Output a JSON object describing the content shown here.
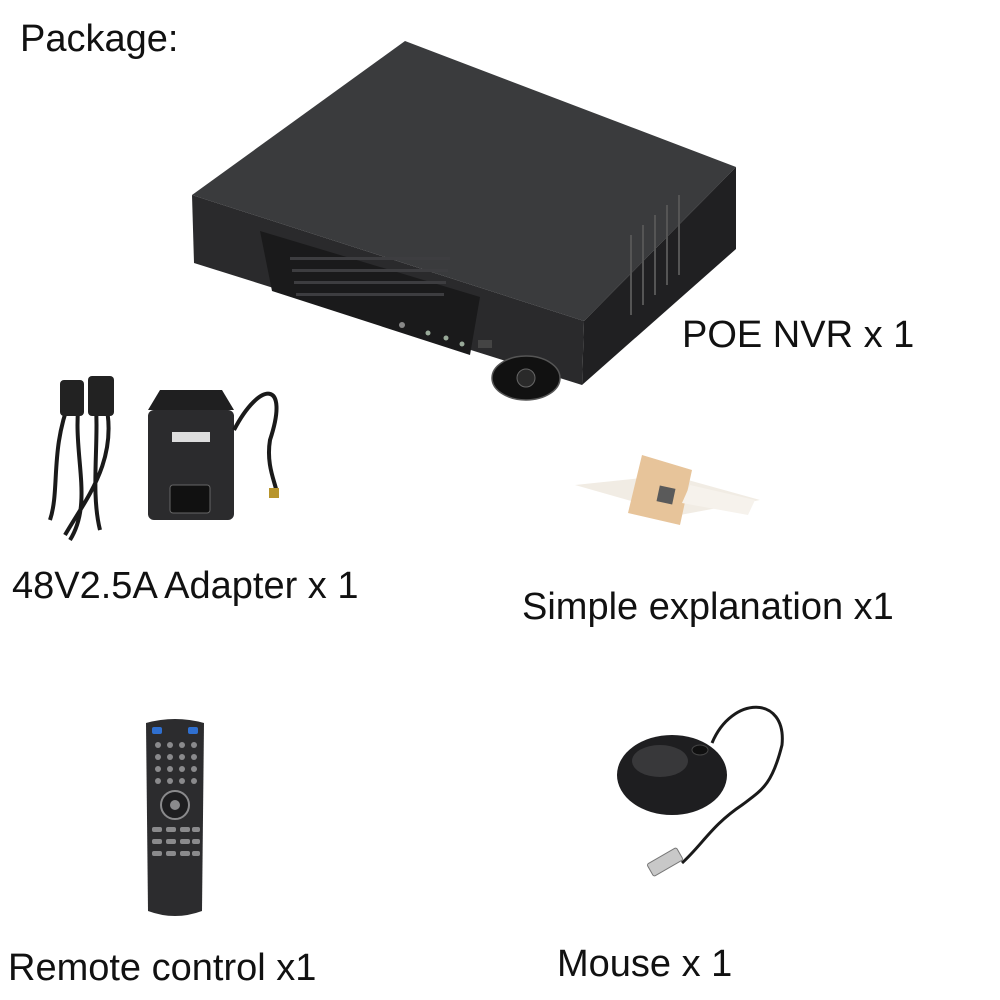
{
  "heading": "Package:",
  "items": [
    {
      "label": "POE NVR x 1",
      "icon": "nvr-recorder-icon"
    },
    {
      "label": "48V2.5A Adapter x 1",
      "icon": "power-adapter-icon"
    },
    {
      "label": "Simple explanation x1",
      "icon": "manual-booklet-icon"
    },
    {
      "label": "Remote control x1",
      "icon": "remote-control-icon"
    },
    {
      "label": "Mouse x 1",
      "icon": "usb-mouse-icon"
    }
  ]
}
